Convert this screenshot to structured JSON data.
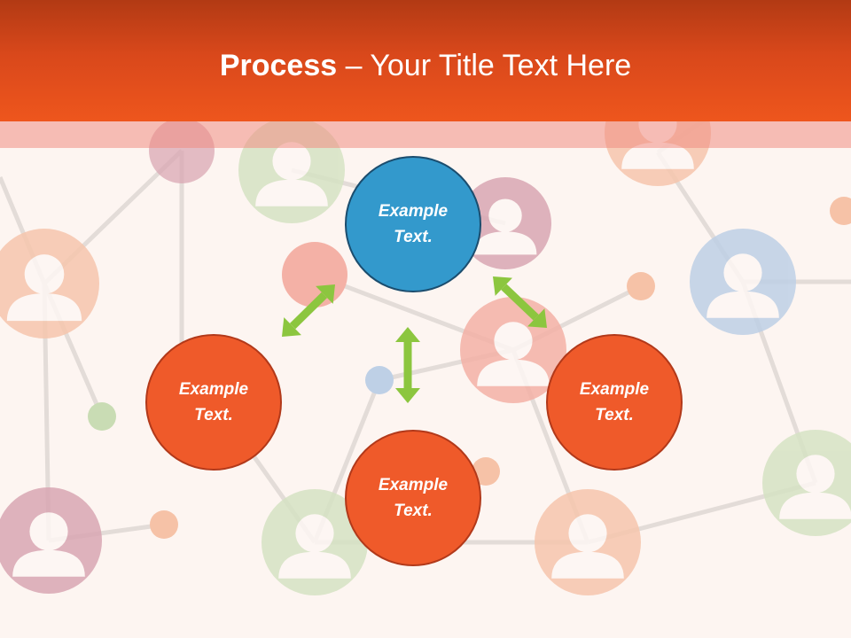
{
  "header": {
    "title_bold": "Process",
    "title_rest": " – Your Title Text Here"
  },
  "diagram": {
    "nodes": [
      {
        "id": "top",
        "label": "Example\nText.",
        "color": "#3399cc"
      },
      {
        "id": "left",
        "label": "Example\nText.",
        "color": "#ef5a2a"
      },
      {
        "id": "bottom",
        "label": "Example\nText.",
        "color": "#ef5a2a"
      },
      {
        "id": "right",
        "label": "Example\nText.",
        "color": "#ef5a2a"
      }
    ],
    "arrows": [
      {
        "from": "top",
        "to": "left",
        "style": "double-headed"
      },
      {
        "from": "top",
        "to": "bottom",
        "style": "double-headed"
      },
      {
        "from": "top",
        "to": "right",
        "style": "double-headed"
      }
    ],
    "arrow_color": "#8cc63f"
  },
  "theme": {
    "header_color": "#ee561d",
    "background": "#fdf5f1"
  }
}
